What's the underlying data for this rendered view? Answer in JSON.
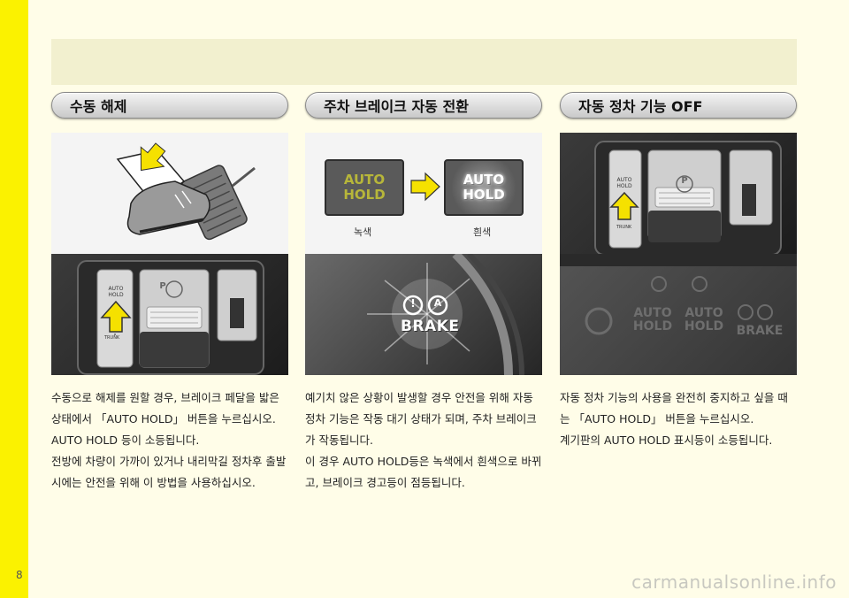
{
  "page_number": "8",
  "watermark": "carmanualsonline.info",
  "sections": [
    {
      "title": "수동 해제",
      "paragraphs": [
        "수동으로 해제를 원할 경우, 브레이크 페달을 밟은 상태에서 「AUTO HOLD」 버튼을 누르십시오.",
        "AUTO HOLD 등이 소등됩니다.",
        "전방에 차량이 가까이 있거나 내리막길 정차후 출발시에는 안전을 위해 이 방법을 사용하십시오."
      ]
    },
    {
      "title": "주차 브레이크 자동 전환",
      "paragraphs": [
        "예기치 않은 상황이 발생할 경우 안전을 위해 자동 정차 기능은 작동 대기 상태가 되며, 주차 브레이크가 작동됩니다.",
        "이 경우 AUTO HOLD등은 녹색에서 흰색으로 바뀌고, 브레이크 경고등이 점등됩니다."
      ]
    },
    {
      "title": "자동 정차 기능 OFF",
      "paragraphs": [
        "자동 정차 기능의 사용을 완전히 중지하고 싶을 때는 「AUTO HOLD」 버튼을 누르십시오.",
        "계기판의 AUTO HOLD 표시등이 소등됩니다."
      ]
    }
  ],
  "images": {
    "button_auto": "AUTO",
    "button_hold": "HOLD",
    "button_trunk": "TRUNK",
    "park_symbol": "P",
    "green_label": "녹색",
    "white_label": "흰색",
    "brake_word": "BRAKE",
    "brake_symbol_1": "!",
    "brake_symbol_2": "A"
  },
  "colors": {
    "yellow_bar": "#fbf200",
    "green_indicator": "#b7b63a",
    "arrow": "#f5e100"
  }
}
